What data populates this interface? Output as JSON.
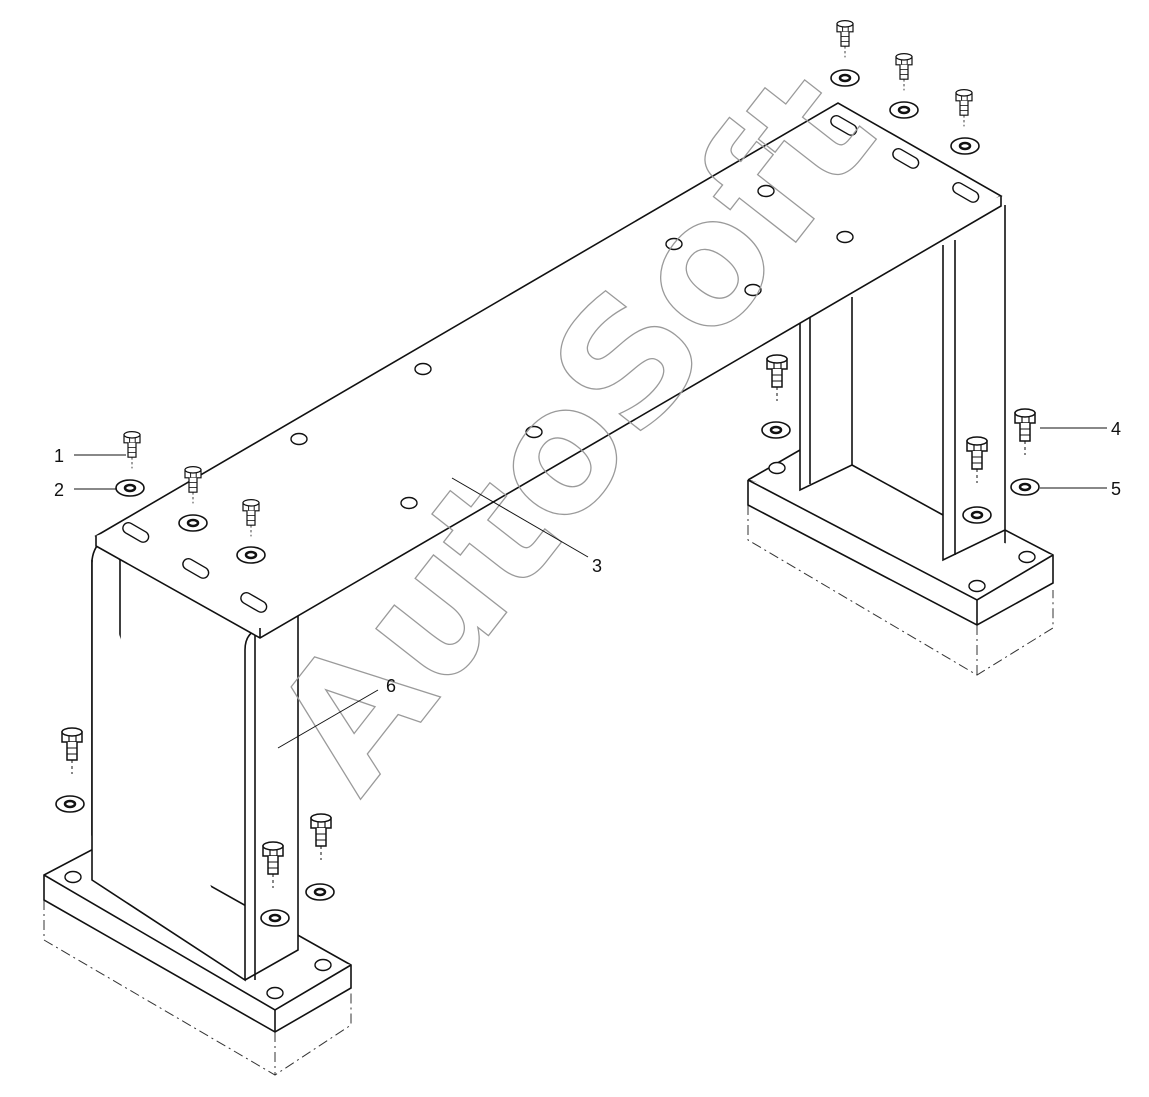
{
  "diagram": {
    "callouts": [
      {
        "id": "1",
        "label": "1"
      },
      {
        "id": "2",
        "label": "2"
      },
      {
        "id": "3",
        "label": "3"
      },
      {
        "id": "4",
        "label": "4"
      },
      {
        "id": "5",
        "label": "5"
      },
      {
        "id": "6",
        "label": "6"
      }
    ],
    "watermark": "AutoSoft",
    "colors": {
      "line": "#111111",
      "hidden": "#333333",
      "watermark": "#9a9a9a",
      "paper": "#ffffff"
    },
    "parts": [
      {
        "name": "hex-bolt-icon"
      },
      {
        "name": "flat-washer-icon"
      },
      {
        "name": "top-mounting-plate"
      },
      {
        "name": "support-leg-frame"
      }
    ]
  }
}
